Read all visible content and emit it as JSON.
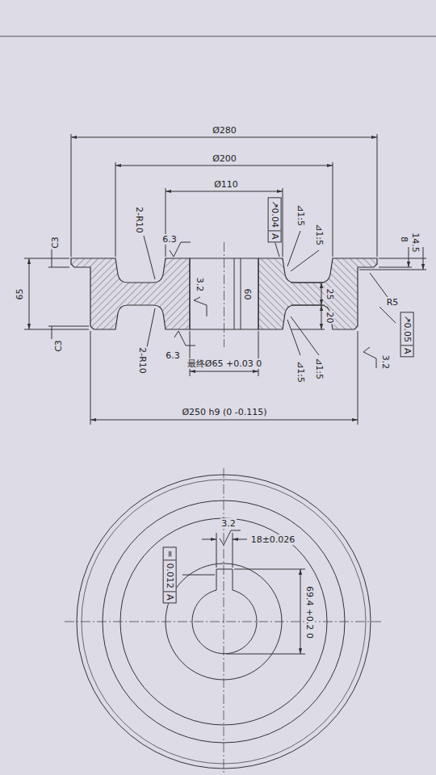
{
  "diagram": {
    "nodes": [
      {
        "text": [
          "↗0.04",
          "A"
        ]
      },
      {
        "text": [
          "↗0.05",
          "A"
        ]
      },
      {
        "text": [
          "=",
          "0.012",
          "A"
        ]
      }
    ],
    "labels": [
      "Ø280",
      "Ø200",
      "Ø110",
      "2-R10",
      "6.3",
      "⊿1:5",
      "⊿1:5",
      "14.5",
      "8",
      "C3",
      "65",
      "C3",
      "3.2",
      "60",
      "25",
      "20",
      "R5",
      "3.2",
      "2-R10",
      "6.3",
      "最终Ø65 +0.03 0",
      "⊿1:5",
      "⊿1:5",
      "Ø250 h9 (0 -0.115)",
      "3.2",
      "18±0.026",
      "69.4 +0.2 0"
    ]
  }
}
